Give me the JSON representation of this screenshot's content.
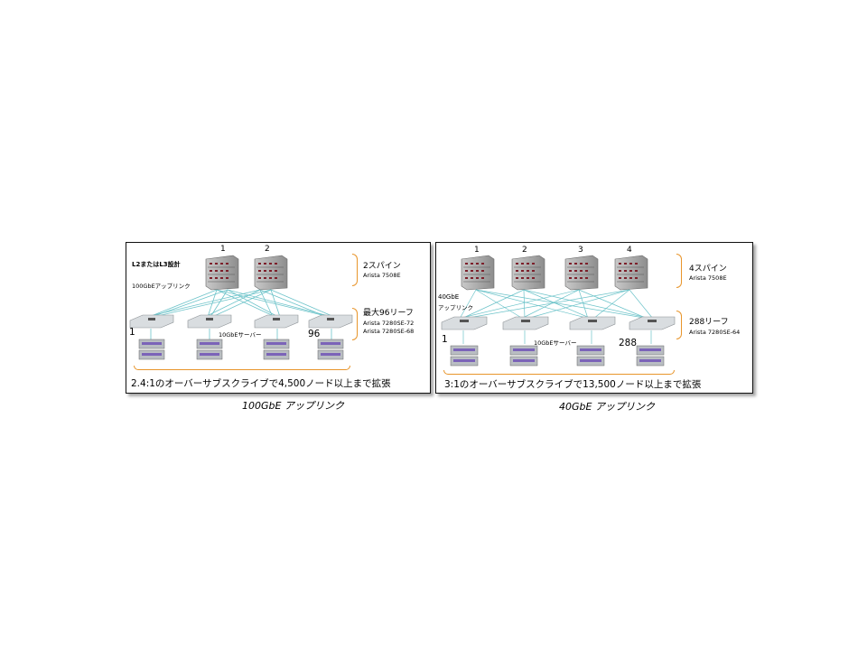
{
  "left": {
    "spine_numbers": [
      "1",
      "2"
    ],
    "design_label": "L2またはL3設計",
    "uplink_label": "100GbEアップリンク",
    "spine_title": "2スパイン",
    "spine_model": "Arista 7508E",
    "leaf_title": "最大96リーフ",
    "leaf_model_1": "Arista 7280SE-72",
    "leaf_model_2": "Arista 7280SE-68",
    "leaf_first": "1",
    "leaf_last": "96",
    "server_label": "10GbEサーバー",
    "summary": "2.4:1のオーバーサブスクライブで4,500ノード以上まで拡張",
    "caption": "100GbE アップリンク"
  },
  "right": {
    "spine_numbers": [
      "1",
      "2",
      "3",
      "4"
    ],
    "uplink_label_1": "40GbE",
    "uplink_label_2": "アップリンク",
    "spine_title": "4スパイン",
    "spine_model": "Arista 7508E",
    "leaf_title": "288リーフ",
    "leaf_model": "Arista 7280SE-64",
    "leaf_first": "1",
    "leaf_last": "288",
    "server_label": "10GbEサーバー",
    "summary": "3:1のオーバーサブスクライブで13,500ノード以上まで拡張",
    "caption": "40GbE アップリンク"
  },
  "colors": {
    "link": "#6cc3c9",
    "bracket": "#e8952b",
    "server": "#7b63b8"
  },
  "icons": [
    "spine-chassis-icon",
    "leaf-switch-icon",
    "server-icon"
  ]
}
